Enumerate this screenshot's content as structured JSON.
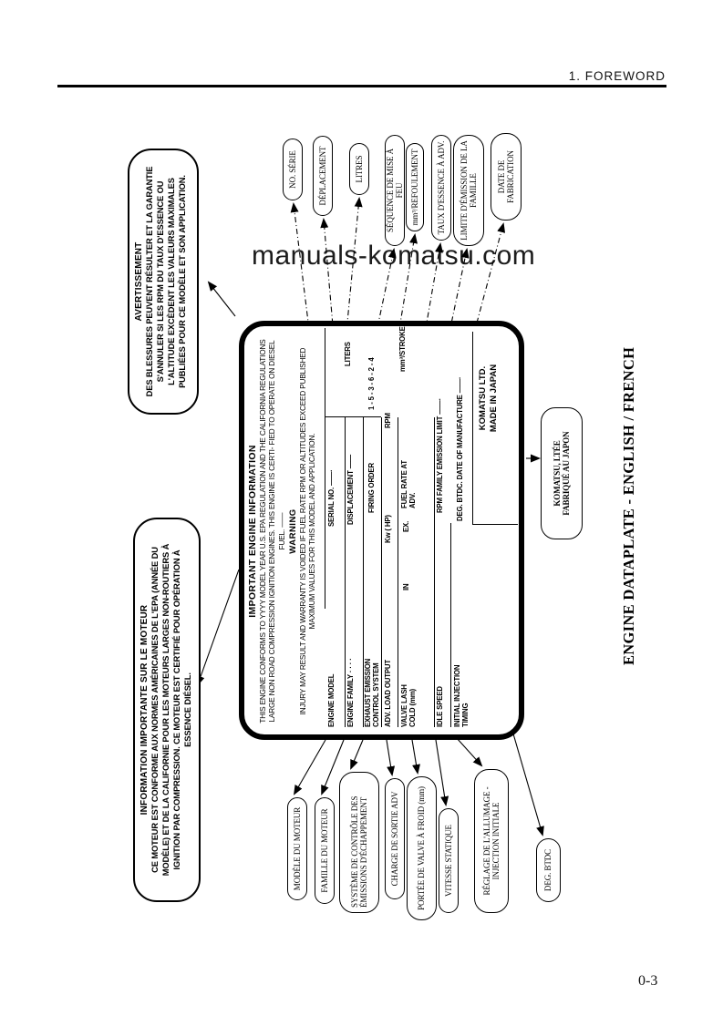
{
  "header": {
    "title": "1. FOREWORD"
  },
  "watermark": "manuals-komatsu.com",
  "footer": {
    "page_number": "0-3"
  },
  "caption": "ENGINE DATAPLATE - ENGLISH / FRENCH",
  "warning_box": {
    "title": "AVERTISSEMENT",
    "body": "DES BLESSURES PEUVENT RÉSULTER ET LA GARANTIE S'ANNULER SI LES RPM DU TAUX D'ESSENCE OU L'ALTITUDE EXCÈDENT LES VALEURS MAXIMALES PUBLIÉES POUR CE MODÈLE ET SON APPLICATION."
  },
  "info_box": {
    "title": "INFORMATION IMPORTANTE SUR LE MOTEUR",
    "body": "CE MOTEUR EST CONFORME AUX NORMES AMÉRICAINES DE L'EPA (ANNÉE DU MODÈLE) ET DE LA CALIFORNIE POUR LES MOTEURS LARGES NON-ROUTIERS À IGNITION PAR COMPRESSION. CE MOTEUR EST CERTIFIÉ POUR OPÉRATION À ESSENCE DIÉSEL."
  },
  "plate": {
    "title": "IMPORTANT ENGINE INFORMATION",
    "para1": "THIS ENGINE CONFORMS TO YYYY MODEL YEAR U.S. EPA REGULATION AND THE CALIFORNIA REGULATIONS LARGE NON ROAD COMPRESSION IGNITION ENGINES. THIS ENGINE IS CERTI- FIED TO OPERATE ON DIESEL FUEL. ——",
    "warning_title": "WARNING",
    "para2": "INJURY MAY RESULT AND WARRANTY IS VOIDED IF FUEL RATE RPM OR ALTITUDES EXCEED PUBLISHED MAXIMUM VALUES FOR THIS MODEL AND APPLICATION.",
    "rows": {
      "r1": {
        "label": "ENGINE MODEL",
        "value": "SERIAL NO. ——·"
      },
      "r2": {
        "label": "ENGINE FAMILY · · · ·",
        "value": "DISPLACEMENT ——",
        "unit": "LITERS"
      },
      "r3": {
        "label": "EXHAUST EMISSION CONTROL SYSTEM",
        "value": "FIRING ORDER",
        "value2": "1 - 5 - 3 - 6 - 2 - 4"
      },
      "r4": {
        "label": "ADV. LOAD OUTPUT",
        "value": "Kw (          HP)",
        "unit": "RPM"
      },
      "r5": {
        "label": "VALVE LASH COLD (mm)",
        "in_label": "IN",
        "ex_label": "EX.",
        "value": "FUEL RATE AT ADV.",
        "unit": "mm³/STROKE"
      },
      "r6": {
        "label": "IDLE SPEED",
        "value": "RPM   FAMILY EMISSION LIMIT ——·"
      },
      "r7": {
        "label": "INITIAL INJECTION TIMING",
        "value": "DEG. BTDC.  DATE OF MANUFACTURE ——·"
      }
    },
    "maker": {
      "line1": "KOMATSU LTD.",
      "line2": "MADE IN JAPAN"
    }
  },
  "callouts": {
    "top": [
      "NO. SÉRIE",
      "DÉPLACEMENT",
      "LITRES",
      "SÉQUENCE DE MISE À FEU",
      "mm³/REFOULEMENT",
      "TAUX D'ESSENCE À ADV.",
      "LIMITE D'ÉMISSION DE LA FAMILLE",
      "DATE DE FABRICATION"
    ],
    "bottom": [
      "MODÈLE DU MOTEUR",
      "FAMILLE DU MOTEUR",
      "SYSTÈME DE CONTRÔLE DES ÉMISSIONS D'ÉCHAPPEMENT",
      "CHARGE DE SORTIE ADV",
      "PORTÉE DE VALVE À FROID (mm)",
      "VITESSE STATIQUE",
      "RÉGLAGE DE L'ALLUMAGE - INJECTION INITIALE",
      "DEG. BTDC"
    ],
    "maker_fr": {
      "line1": "KOMATSU, LTÉE",
      "line2": "FABRIQUÉ AU JAPON"
    }
  }
}
